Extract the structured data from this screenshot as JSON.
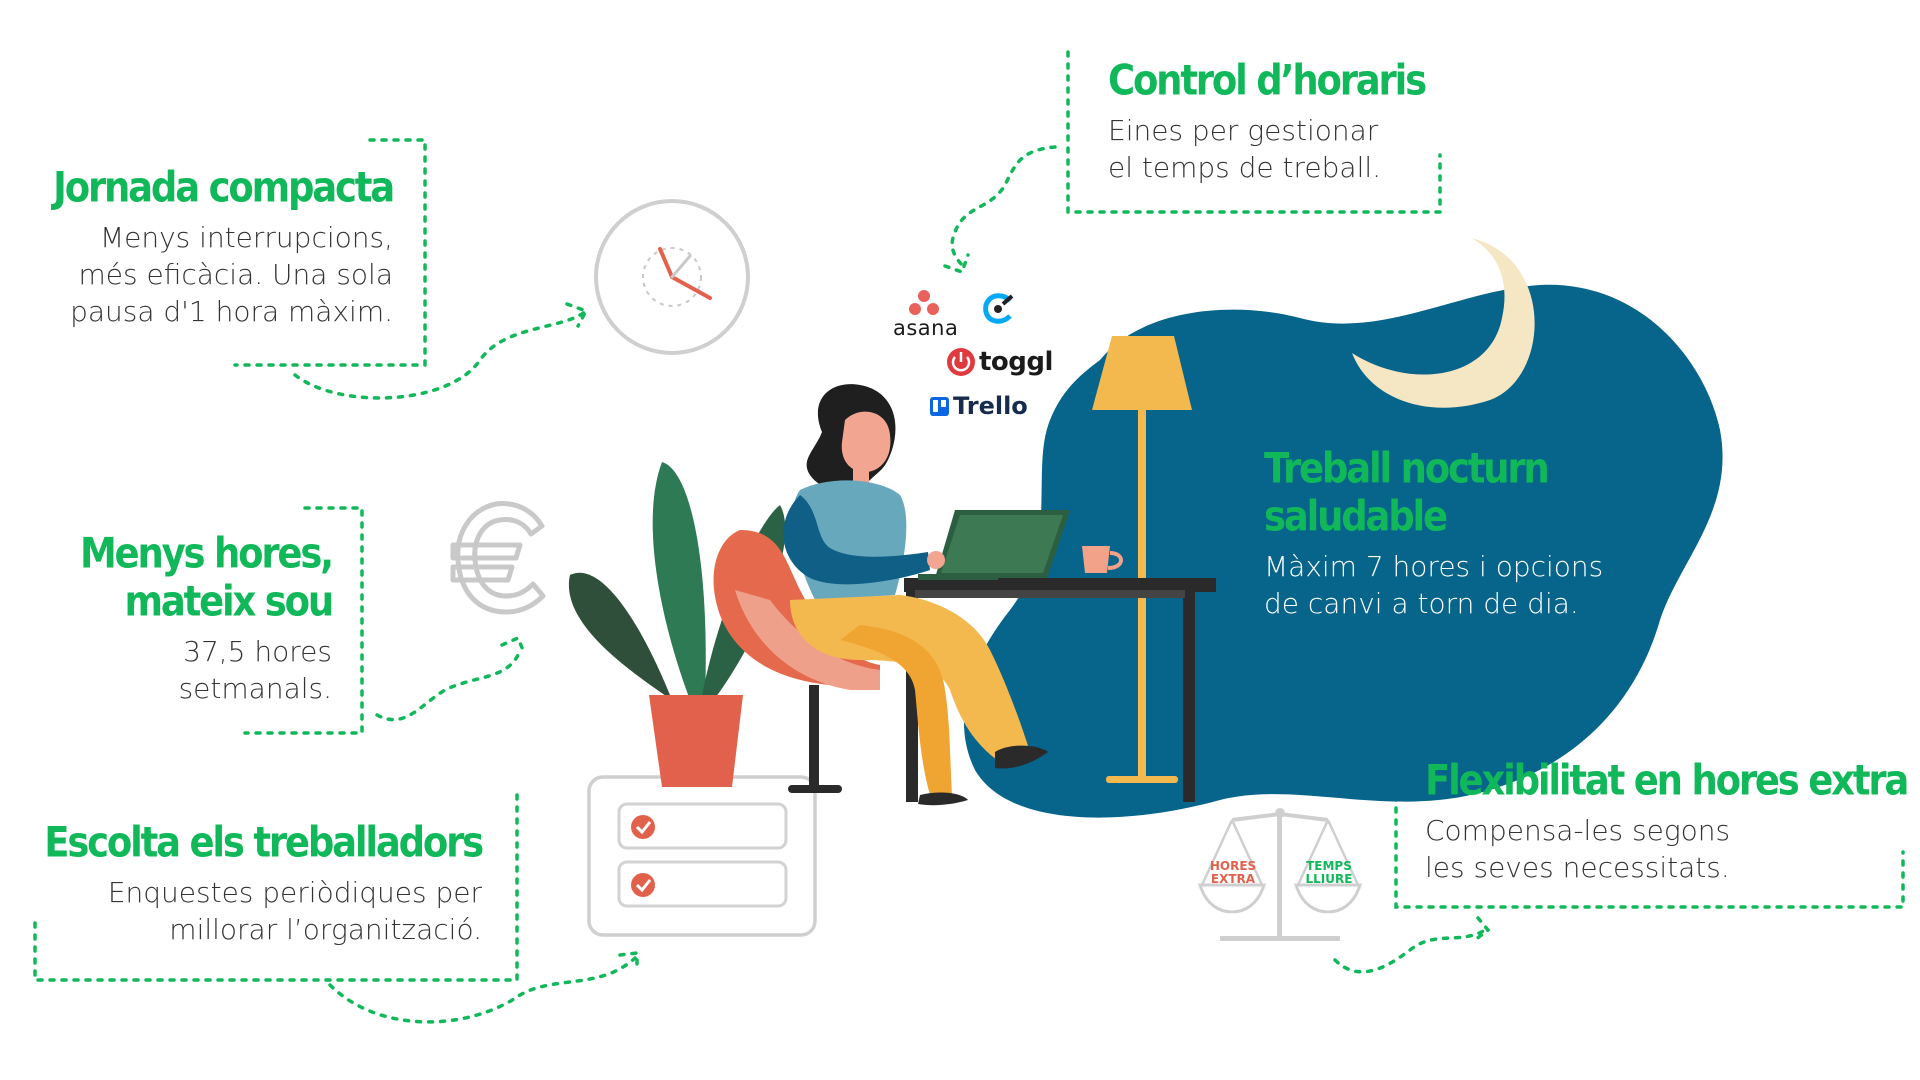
{
  "colors": {
    "accent_green": "#10b85a",
    "night_blob": "#07648a",
    "moon": "#f5e6c4",
    "lamp": "#f4b94e",
    "dotted_line": "#10b85a",
    "clock_hand": "#e2614d",
    "text": "#333333"
  },
  "captions": {
    "jornada": {
      "title": "Jornada compacta",
      "lines": [
        "Menys interrupcions,",
        "més eficàcia. Una sola",
        "pausa d'1 hora màxim."
      ]
    },
    "control": {
      "title": "Control d’horaris",
      "lines": [
        "Eines per gestionar",
        "el temps de treball."
      ]
    },
    "menys": {
      "title_lines": [
        "Menys hores,",
        "mateix sou"
      ],
      "lines": [
        "37,5 hores",
        "setmanals."
      ]
    },
    "nocturn": {
      "title_lines": [
        "Treball nocturn",
        "saludable"
      ],
      "lines": [
        "Màxim 7 hores i opcions",
        "de canvi a torn de dia."
      ]
    },
    "escolta": {
      "title": "Escolta els treballadors",
      "lines": [
        "Enquestes periòdiques per",
        "millorar l’organització."
      ]
    },
    "flexibilitat": {
      "title": "Flexibilitat en hores extra",
      "lines": [
        "Compensa-les segons",
        "les seves necessitats."
      ]
    }
  },
  "tools": {
    "asana": "asana",
    "toggl": "toggl",
    "trello": "Trello"
  },
  "scale_labels": {
    "left": [
      "HORES",
      "EXTRA"
    ],
    "right": [
      "TEMPS",
      "LLIURE"
    ]
  },
  "icons": [
    "clock-icon",
    "euro-icon",
    "checklist-icon",
    "balance-scale-icon",
    "moon-icon",
    "floor-lamp-icon",
    "coffee-cup-icon",
    "laptop-icon",
    "plant-icon",
    "asana-logo-icon",
    "clockify-logo-icon",
    "toggl-logo-icon",
    "trello-logo-icon"
  ]
}
